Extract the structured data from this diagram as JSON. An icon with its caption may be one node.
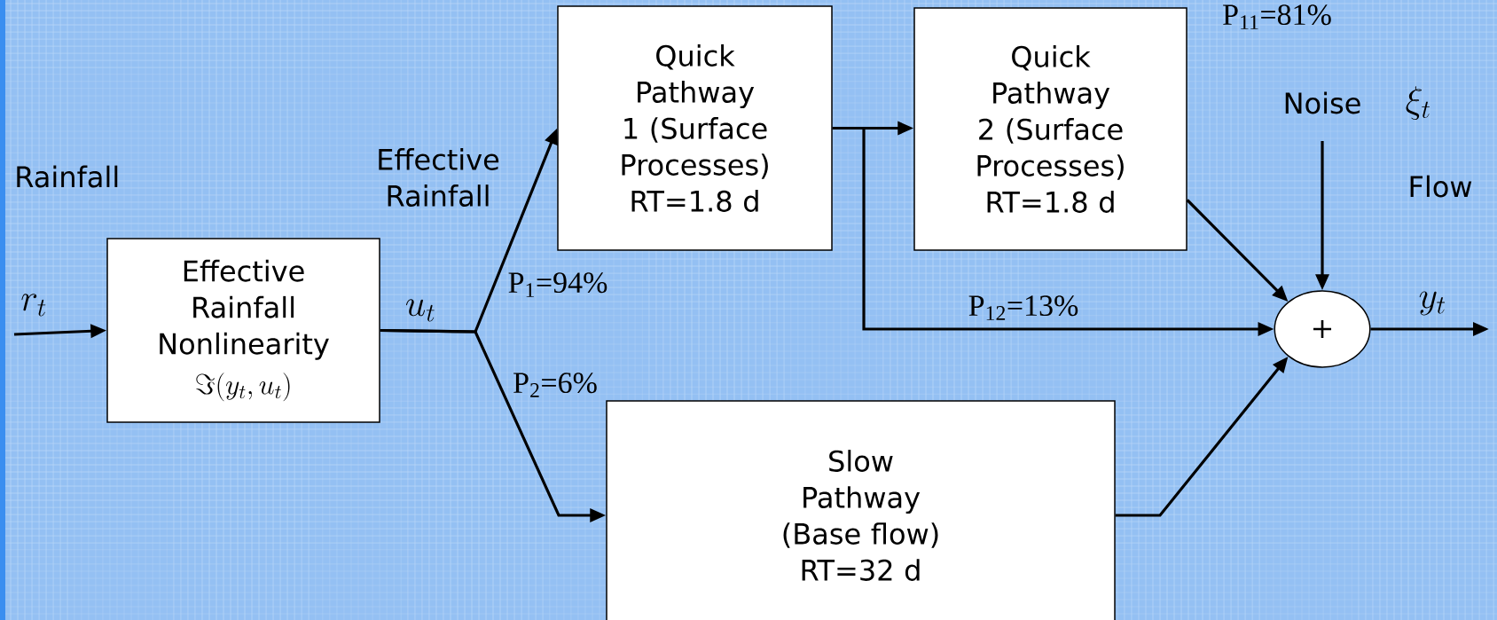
{
  "diagram": {
    "nodes": [
      {
        "text": [
          "Effective Rainfall Nonlinearity",
          "\\Im(y_t,u_t)"
        ]
      },
      {
        "text": [
          "Quick Pathway 1 (Surface Processes) RT=1.8 d"
        ]
      },
      {
        "text": [
          "Quick Pathway 2 (Surface Processes) RT=1.8 d"
        ]
      },
      {
        "text": [
          "Slow Pathway (Base flow) RT=32 d"
        ]
      },
      {
        "text": [
          "+"
        ]
      }
    ],
    "edges": [
      {
        "from": null,
        "to": 0,
        "arrow": "to",
        "label": "r_t"
      },
      {
        "from": 0,
        "to": 1,
        "arrow": "to",
        "label": "P$_{1}$=94%"
      },
      {
        "from": 0,
        "to": 3,
        "arrow": "to",
        "label": "P$_{2}$=6%"
      },
      {
        "from": 1,
        "to": 2,
        "arrow": "to"
      },
      {
        "from": 1,
        "to": 4,
        "arrow": "to",
        "label": "P$_{12}$=13%"
      },
      {
        "from": 2,
        "to": 4,
        "arrow": "to"
      },
      {
        "from": 3,
        "to": 4,
        "arrow": "to"
      },
      {
        "from": null,
        "to": 4,
        "arrow": "to"
      },
      {
        "from": 4,
        "to": null,
        "arrow": "to",
        "label": "y_t"
      }
    ],
    "labels": [
      "Rainfall",
      "Effective Rainfall",
      "u_t",
      "P$_{11}$=81%",
      "Noise",
      "\\xi_t",
      "Flow"
    ]
  }
}
